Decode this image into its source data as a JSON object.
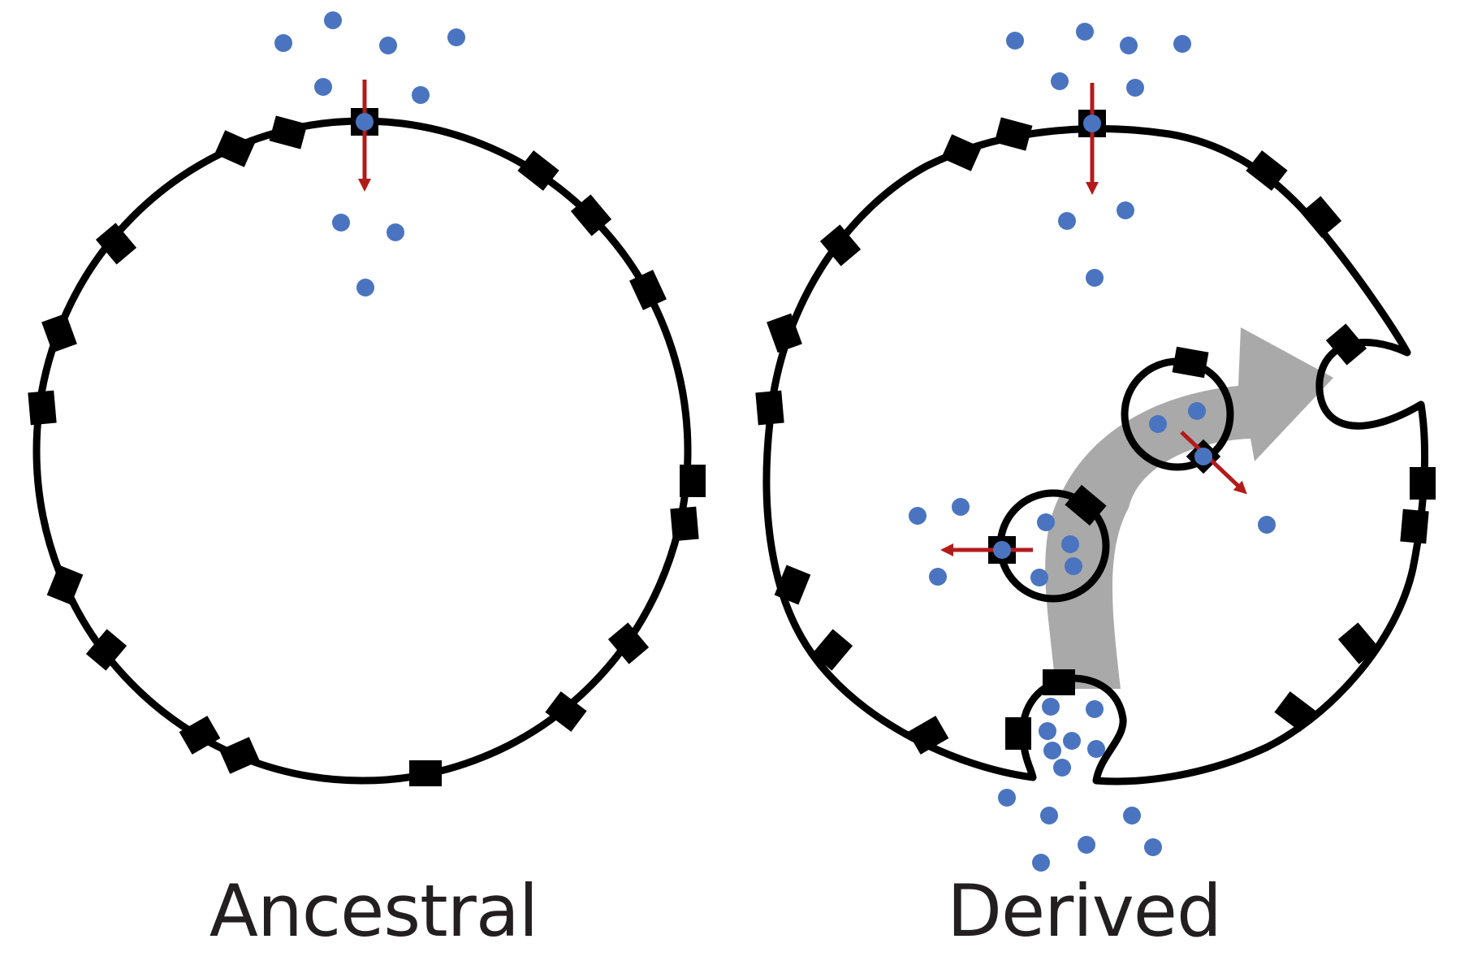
{
  "panels": {
    "left": {
      "label": "Ancestral"
    },
    "right": {
      "label": "Derived"
    }
  },
  "colors": {
    "membrane": "#000000",
    "particle": "#4a74c0",
    "transport_arrow": "#b31b1b",
    "flow_arrow": "#a9a9a9",
    "label_text": "#231f20"
  },
  "icons": {
    "transporter": "black-square",
    "particle": "blue-dot",
    "transport_direction": "red-arrow",
    "vesicle_flow": "grey-curved-arrow"
  }
}
